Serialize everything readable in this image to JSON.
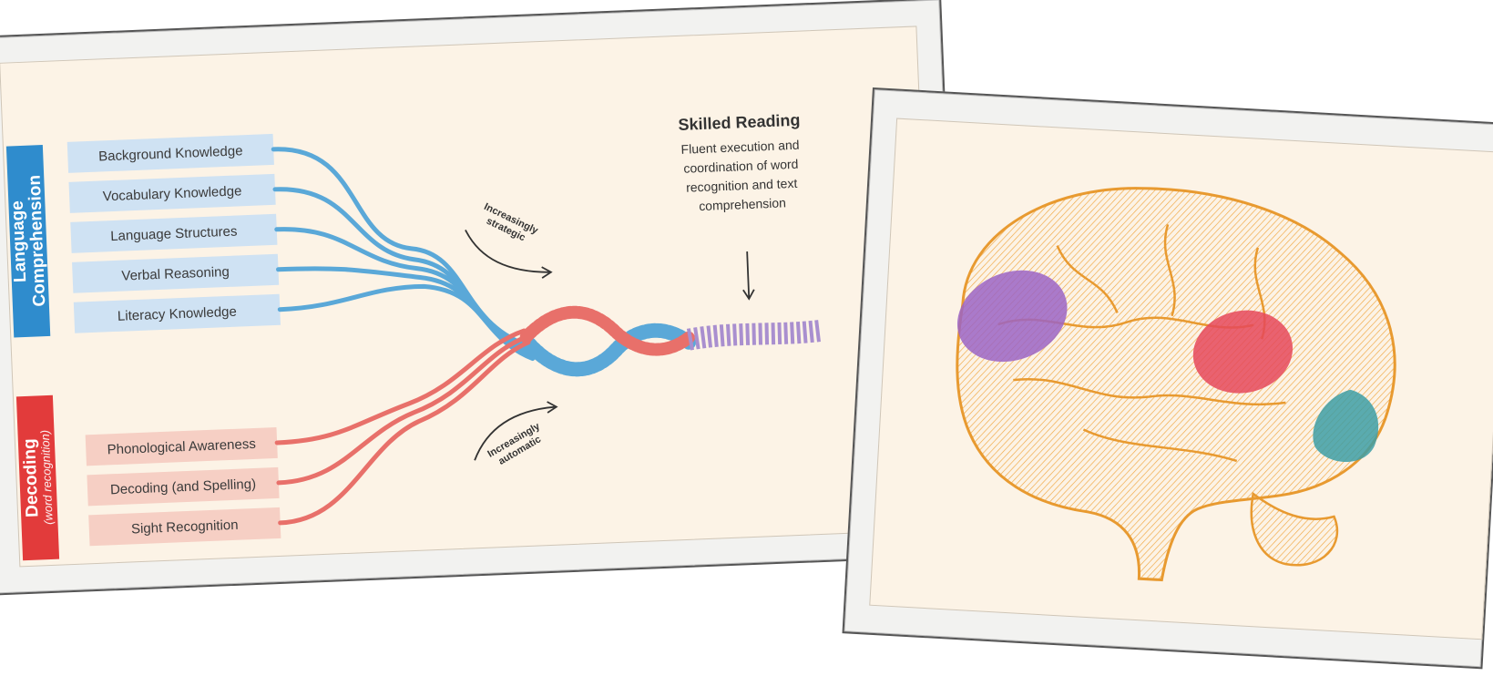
{
  "language_group": {
    "title_1": "Language",
    "title_2": "Comprehension",
    "color": "#2f8ccd"
  },
  "decoding_group": {
    "title": "Decoding",
    "subtitle": "(word recognition)",
    "color": "#e23b3b"
  },
  "language_strands": [
    "Background Knowledge",
    "Vocabulary Knowledge",
    "Language Structures",
    "Verbal Reasoning",
    "Literacy Knowledge"
  ],
  "decoding_strands": [
    "Phonological Awareness",
    "Decoding (and Spelling)",
    "Sight Recognition"
  ],
  "strategic_note": {
    "line1": "Increasingly",
    "line2": "strategic"
  },
  "automatic_note": {
    "line1": "Increasingly",
    "line2": "automatic"
  },
  "skilled_reading": {
    "title": "Skilled Reading",
    "description": "Fluent execution and coordination of word recognition and text comprehension"
  },
  "colors": {
    "rope_blue": "#5aa8d8",
    "rope_red": "#e8706a",
    "rope_purple": "#a98fcf",
    "brain_orange": "#f0a640",
    "region_purple": "#9b64c4",
    "region_red": "#e5485a",
    "region_teal": "#3d9ea4"
  }
}
